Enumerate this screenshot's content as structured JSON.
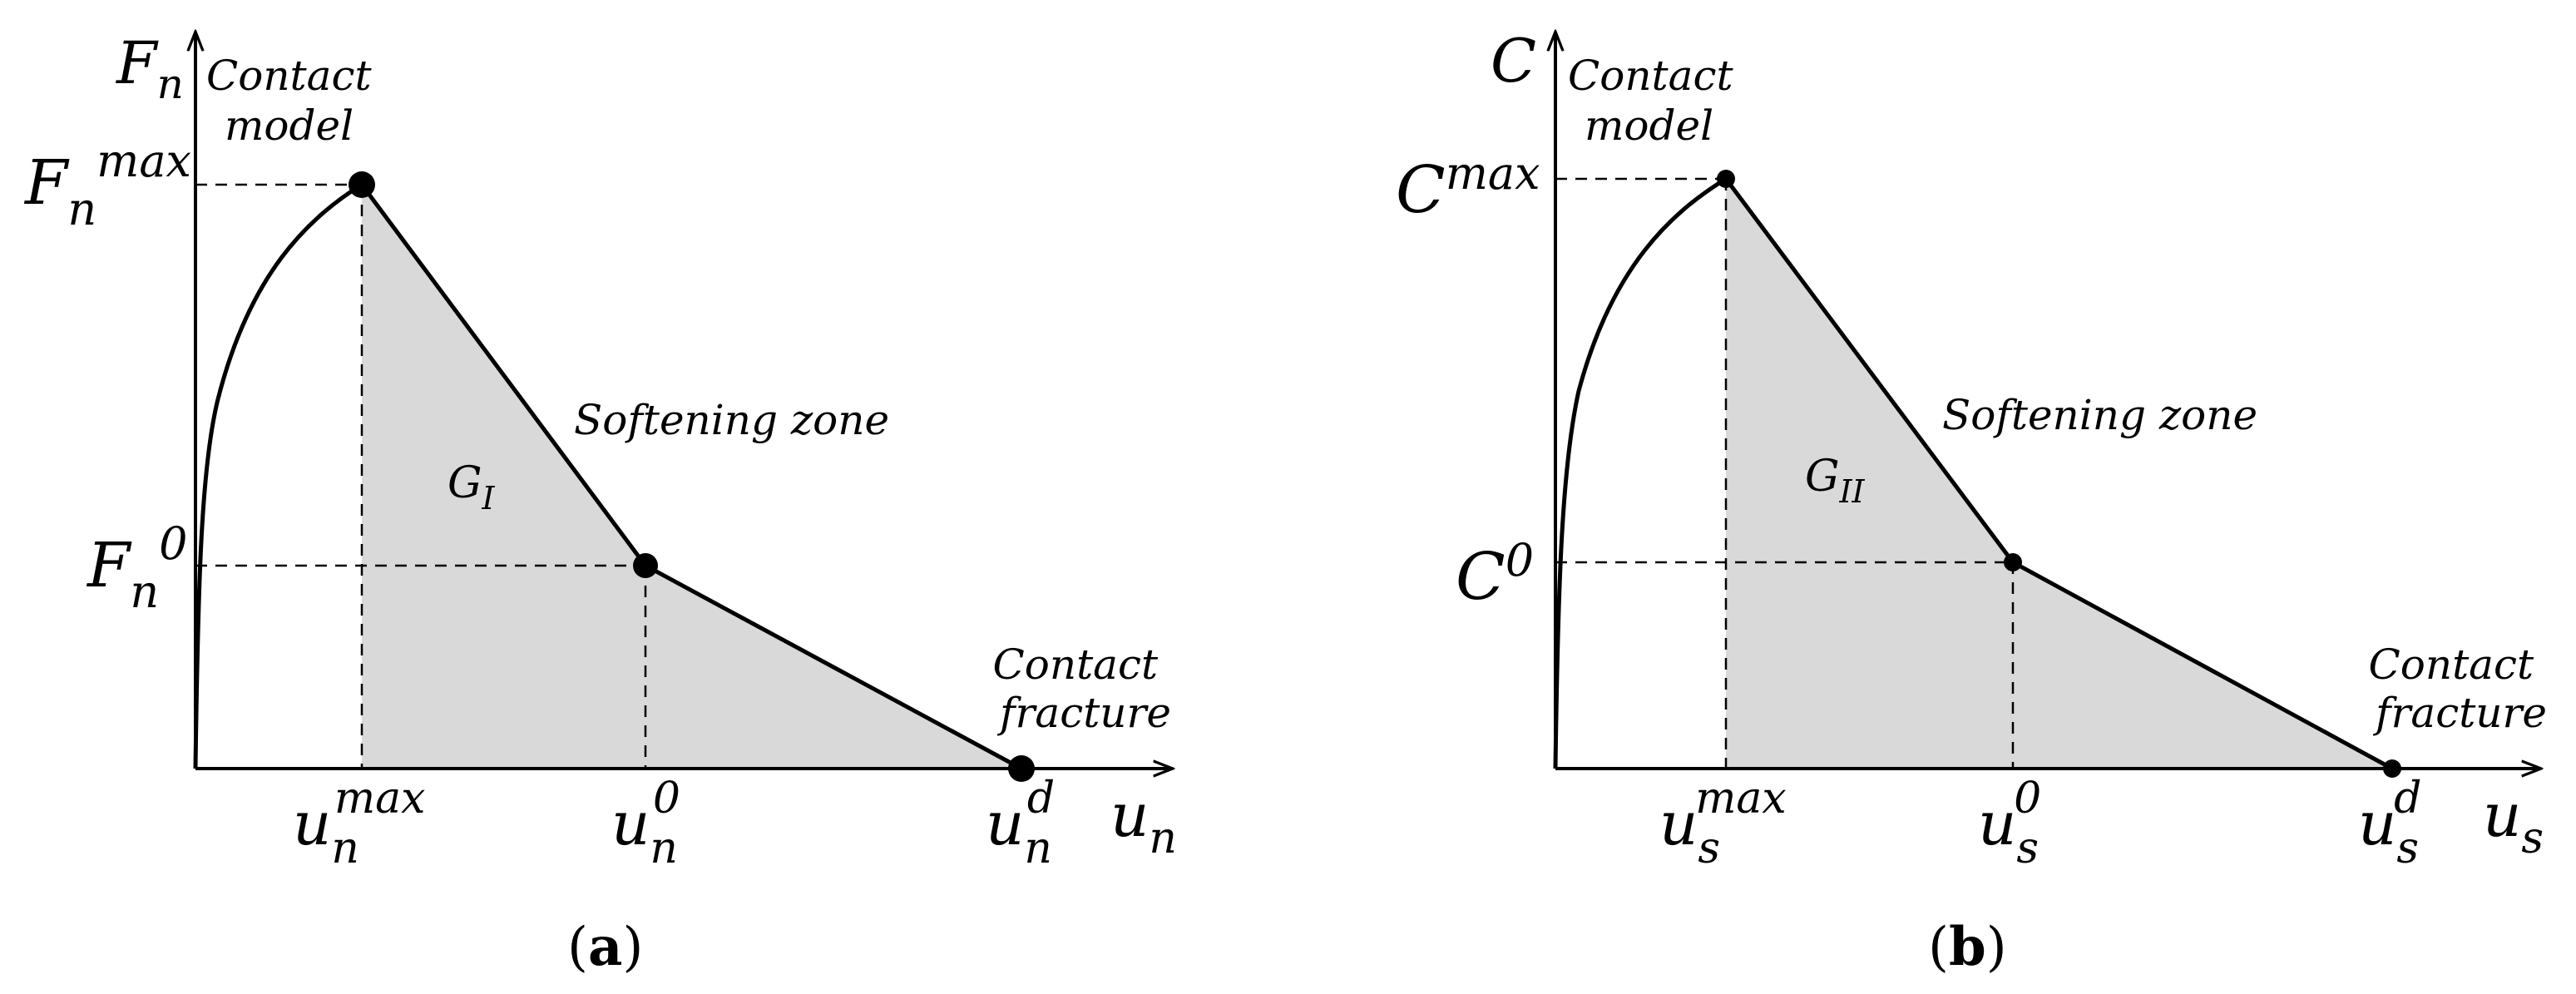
{
  "panels": [
    {
      "id": "a",
      "caption": {
        "open": "(",
        "letter": "a",
        "close": ")"
      },
      "y_axis_symbol": {
        "base": "F",
        "sub": "n",
        "sup": ""
      },
      "x_axis_symbol": {
        "base": "u",
        "sub": "n",
        "sup": ""
      },
      "y_ticks": [
        {
          "base": "F",
          "sub": "n",
          "sup": "max"
        },
        {
          "base": "F",
          "sub": "n",
          "sup": "0"
        }
      ],
      "x_ticks": [
        {
          "base": "u",
          "sub": "n",
          "sup": "max"
        },
        {
          "base": "u",
          "sub": "n",
          "sup": "0"
        },
        {
          "base": "u",
          "sub": "n",
          "sup": "d"
        }
      ],
      "area_label": {
        "base": "G",
        "sub": "I"
      },
      "annotations": {
        "contact_model": [
          "Contact",
          "model"
        ],
        "softening_zone": "Softening zone",
        "contact_fracture": [
          "Contact",
          "fracture"
        ]
      },
      "shaded_region_color": "#d9d9d9",
      "line_color": "#000000"
    },
    {
      "id": "b",
      "caption": {
        "open": "(",
        "letter": "b",
        "close": ")"
      },
      "y_axis_symbol": {
        "base": "C",
        "sub": "",
        "sup": ""
      },
      "x_axis_symbol": {
        "base": "u",
        "sub": "s",
        "sup": ""
      },
      "y_ticks": [
        {
          "base": "C",
          "sub": "",
          "sup": "max"
        },
        {
          "base": "C",
          "sub": "",
          "sup": "0"
        }
      ],
      "x_ticks": [
        {
          "base": "u",
          "sub": "s",
          "sup": "max"
        },
        {
          "base": "u",
          "sub": "s",
          "sup": "0"
        },
        {
          "base": "u",
          "sub": "s",
          "sup": "d"
        }
      ],
      "area_label": {
        "base": "G",
        "sub": "II"
      },
      "annotations": {
        "contact_model": [
          "Contact",
          "model"
        ],
        "softening_zone": "Softening zone",
        "contact_fracture": [
          "Contact",
          "fracture"
        ]
      },
      "shaded_region_color": "#d9d9d9",
      "line_color": "#000000"
    }
  ]
}
